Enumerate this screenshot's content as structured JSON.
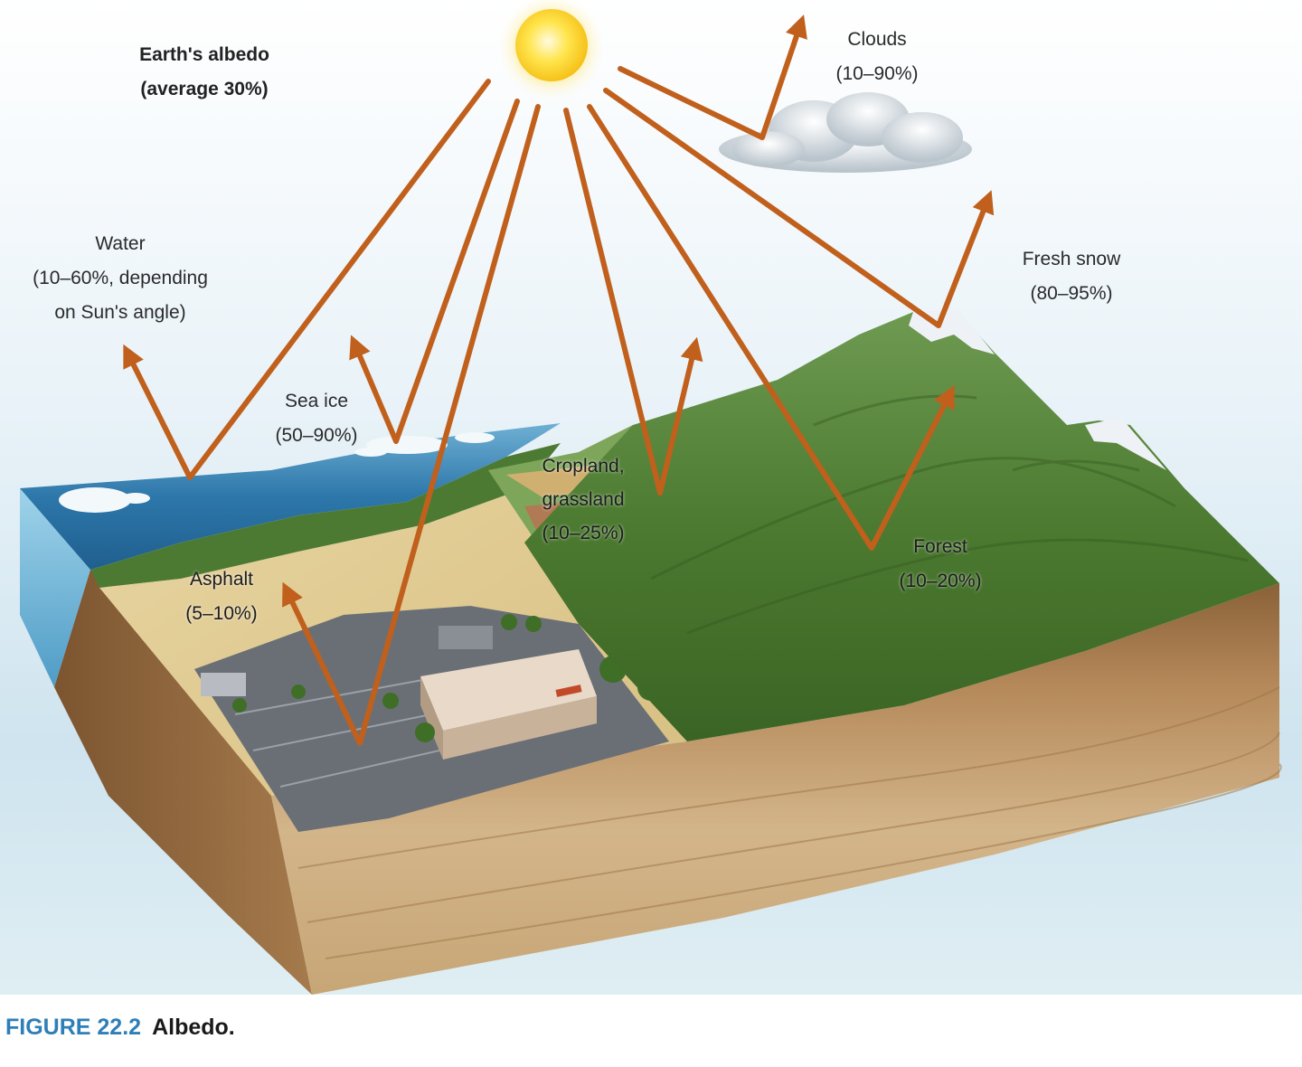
{
  "title": {
    "line1": "Earth's albedo",
    "line2": "(average 30%)"
  },
  "surfaces": [
    {
      "id": "clouds",
      "name": "Clouds",
      "range": "(10–90%)"
    },
    {
      "id": "water",
      "lines": [
        "Water",
        "(10–60%, depending",
        "on Sun's angle)"
      ]
    },
    {
      "id": "fresh_snow",
      "name": "Fresh snow",
      "range": "(80–95%)"
    },
    {
      "id": "sea_ice",
      "name": "Sea ice",
      "range": "(50–90%)"
    },
    {
      "id": "cropland",
      "lines": [
        "Cropland,",
        "grassland",
        "(10–25%)"
      ]
    },
    {
      "id": "forest",
      "name": "Forest",
      "range": "(10–20%)"
    },
    {
      "id": "asphalt",
      "name": "Asphalt",
      "range": "(5–10%)"
    }
  ],
  "caption": {
    "figure": "FIGURE 22.2",
    "text": "Albedo."
  },
  "colors": {
    "arrow": "#c0601c",
    "caption_accent": "#2e7fb8",
    "sun": "#fdd835",
    "ocean": "#2f78a8",
    "forest": "#4f7d34",
    "soil": "#b08a5e"
  },
  "icons": [
    "sun-icon",
    "cloud-icon",
    "reflection-arrow-icon"
  ]
}
